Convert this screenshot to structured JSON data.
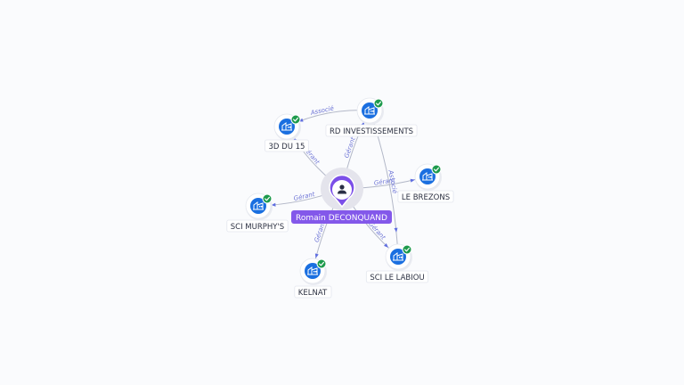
{
  "center": {
    "name": "Romain DECONQUAND",
    "icon": "person-icon",
    "color": "#7b4fe8"
  },
  "companies": [
    {
      "id": "sci-murphys",
      "name": "SCI MURPHY'S",
      "verified": true
    },
    {
      "id": "3d-du-15",
      "name": "3D DU 15",
      "verified": true
    },
    {
      "id": "rd-investissements",
      "name": "RD INVESTISSEMENTS",
      "verified": true
    },
    {
      "id": "le-brezons",
      "name": "LE BREZONS",
      "verified": true
    },
    {
      "id": "sci-le-labiou",
      "name": "SCI LE LABIOU",
      "verified": true
    },
    {
      "id": "kelnat",
      "name": "KELNAT",
      "verified": true
    }
  ],
  "edges": [
    {
      "from": "center",
      "to": "sci-murphys",
      "label": "Gérant"
    },
    {
      "from": "rd-investissements",
      "to": "3d-du-15",
      "label": "Associé"
    },
    {
      "from": "center",
      "to": "3d-du-15",
      "label": "Gérant"
    },
    {
      "from": "center",
      "to": "rd-investissements",
      "label": "Gérant"
    },
    {
      "from": "center",
      "to": "le-brezons",
      "label": "Gérant"
    },
    {
      "from": "rd-investissements",
      "to": "sci-le-labiou",
      "label": "Associé"
    },
    {
      "from": "center",
      "to": "sci-le-labiou",
      "label": "Gérant"
    },
    {
      "from": "center",
      "to": "kelnat",
      "label": "Gérant"
    }
  ],
  "colors": {
    "company_icon": "#1a6fe0",
    "verified_badge": "#1d9a4c",
    "edge": "#b3b8c8",
    "edge_label": "#6f76d6"
  }
}
